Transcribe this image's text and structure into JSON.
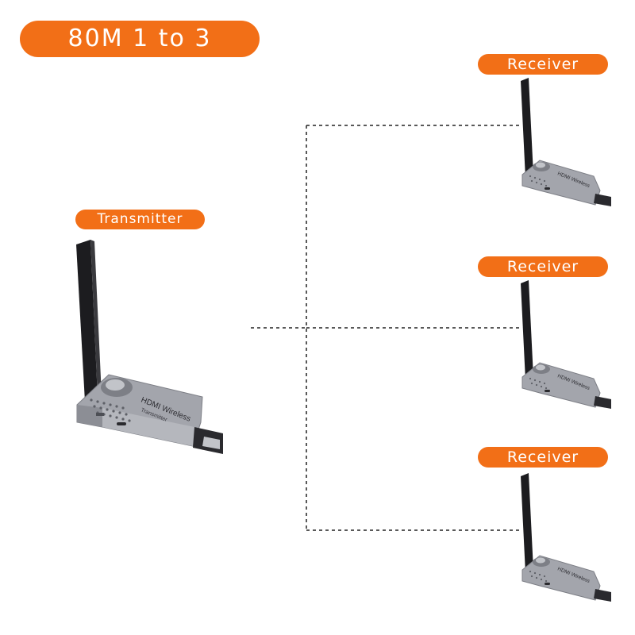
{
  "title": "80M  1 to 3",
  "transmitter": {
    "label": "Transmitter",
    "body_text": "HDMI Wireless",
    "sub_text": "Transmitter"
  },
  "receivers": [
    {
      "label": "Receiver",
      "body_text": "HDMI Wireless"
    },
    {
      "label": "Receiver",
      "body_text": "HDMI Wireless"
    },
    {
      "label": "Receiver",
      "body_text": "HDMI Wireless"
    }
  ],
  "colors": {
    "accent": "#f26f17",
    "device_metal": "#9a9ca3",
    "antenna": "#1c1c1f",
    "connector_line": "#222222"
  }
}
